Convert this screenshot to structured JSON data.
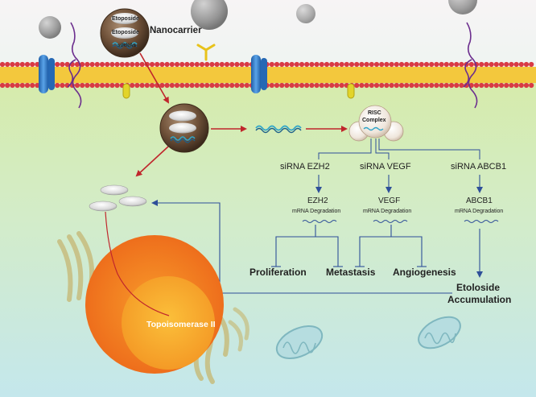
{
  "labels": {
    "nanocarrier": "Nanocarrier",
    "nano_etoposide_1": "Etoposide",
    "nano_etoposide_2": "Etoposide",
    "nano_sirnas": "siRNAs",
    "risc_line1": "RISC",
    "risc_line2": "Complex",
    "targets": [
      {
        "sirna": "siRNA EZH2",
        "gene": "EZH2",
        "degradation": "mRNA Degradation"
      },
      {
        "sirna": "siRNA VEGF",
        "gene": "VEGF",
        "degradation": "mRNA Degradation"
      },
      {
        "sirna": "siRNA ABCB1",
        "gene": "ABCB1",
        "degradation": "mRNA Degradation"
      }
    ],
    "outcomes": {
      "proliferation": "Proliferation",
      "metastasis": "Metastasis",
      "angiogenesis": "Angiogenesis",
      "accumulation_line1": "Etoloside",
      "accumulation_line2": "Accumulation"
    },
    "topoisomerase": "Topoisomerase II"
  },
  "colors": {
    "background_top": "#f6f3f4",
    "background_bottom": "#d6eeee",
    "cytoplasm": "#d7ecaf",
    "membrane_head": "#d83a45",
    "membrane_core": "#f3c83d",
    "channel_protein": "#2f78c4",
    "arrow_red": "#c0262c",
    "arrow_blue": "#2e4f99",
    "nucleus": "#f0781e",
    "nucleus_inner": "#f7a32a"
  }
}
